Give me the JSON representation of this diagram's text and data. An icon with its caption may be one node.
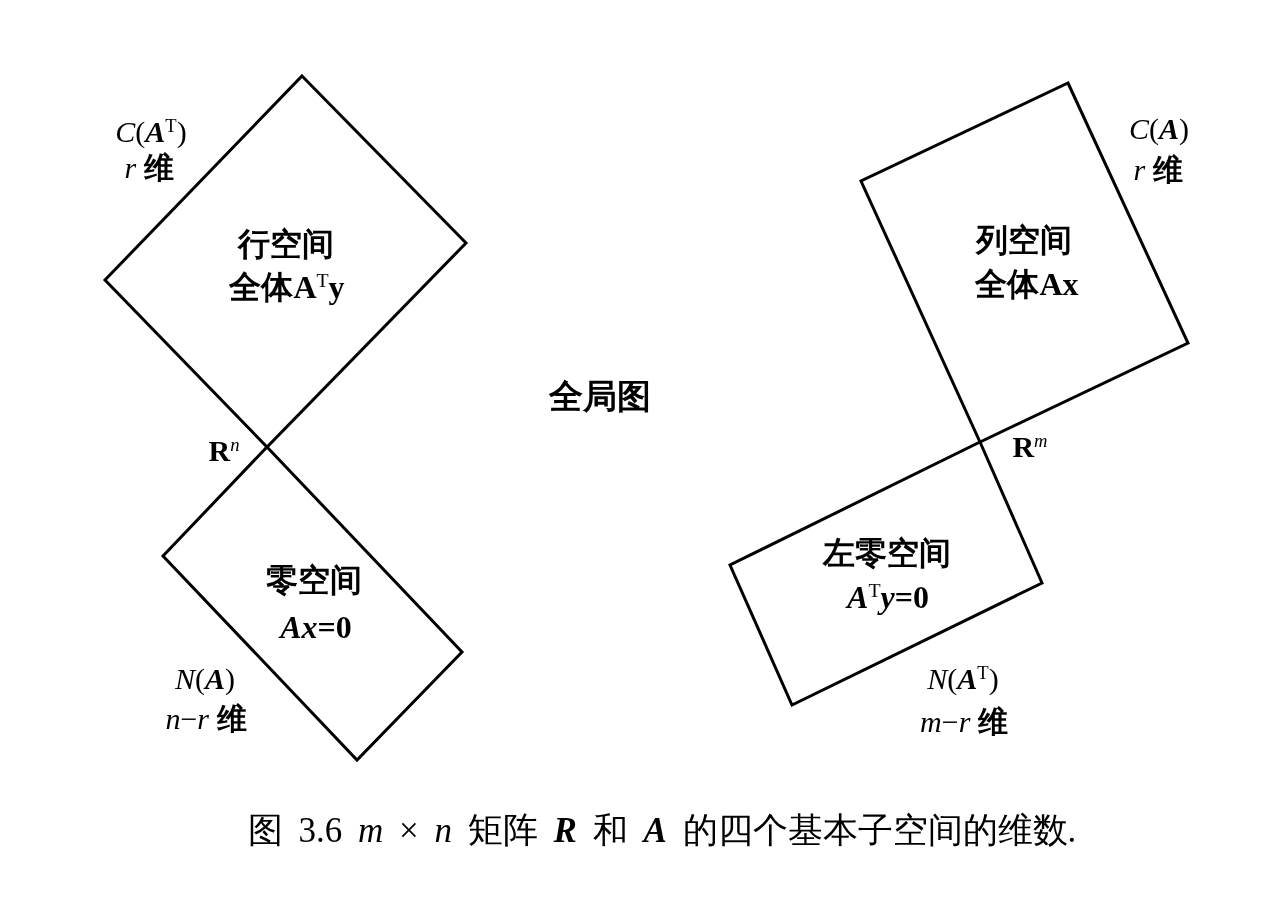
{
  "diagram": {
    "caption": "图 3.6 *m* × *n* 矩阵 **R** 和 **A** 的四个基本子空间的维数.",
    "nodes": [
      {
        "text": [
          "行空间",
          "全体A$^{T}$y"
        ],
        "beside": [
          "*C*(**A**$^{T}$)",
          "*r* **维**"
        ]
      },
      {
        "text": [
          "零空间",
          "*Ax*=0"
        ],
        "beside": [
          "*N*(**A**)",
          "*n*−*r* **维**"
        ]
      },
      {
        "text": [
          "列空间",
          "全体Ax"
        ],
        "beside": [
          "*C*(**A**)",
          "*r* **维**"
        ]
      },
      {
        "text": [
          "左零空间",
          "*A*$^{T}$*y*=0"
        ],
        "beside": [
          "*N*(**A**$^{T}$)",
          "*m*−*r* **维**"
        ]
      }
    ],
    "labels": [
      "全局图",
      "**R**$^{n}$",
      "**R**$^{m}$"
    ]
  }
}
